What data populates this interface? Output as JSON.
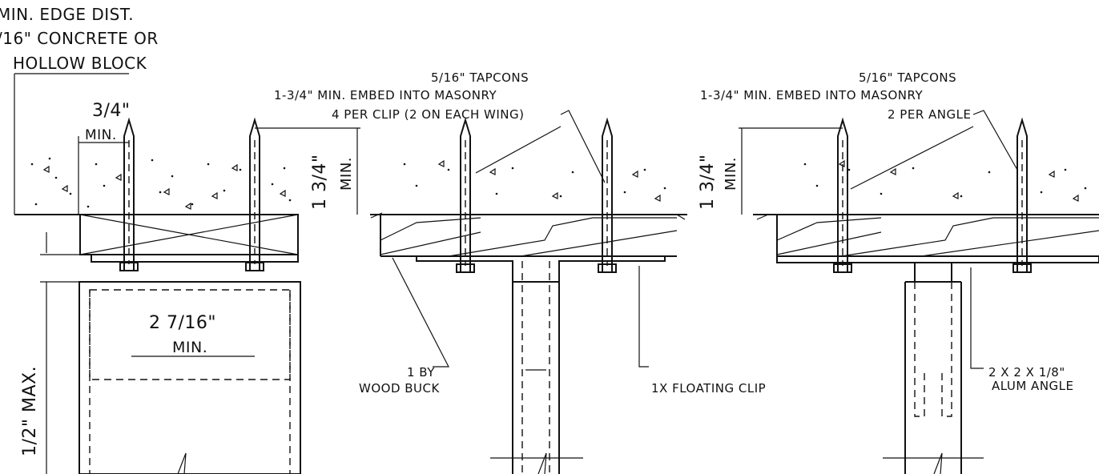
{
  "labels": {
    "edge_dist_line1": "MIN. EDGE DIST.",
    "edge_dist_line2": "/16\" CONCRETE OR",
    "edge_dist_line3": "HOLLOW BLOCK",
    "three_quarter": "3/4\"",
    "three_quarter_min": "MIN.",
    "spacing": "2 7/16\"",
    "spacing_min": "MIN.",
    "half_max": "1/2\" MAX.",
    "embed_left": "1 3/4\"",
    "embed_left_min": "MIN.",
    "embed_right": "1 3/4\"",
    "embed_right_min": "MIN.",
    "tapcons_mid_1": "5/16\" TAPCONS",
    "tapcons_mid_2": "1-3/4\" MIN. EMBED INTO MASONRY",
    "tapcons_mid_3": "4 PER CLIP (2 ON EACH WING)",
    "tapcons_right_1": "5/16\" TAPCONS",
    "tapcons_right_2": "1-3/4\" MIN. EMBED INTO MASONRY",
    "tapcons_right_3": "2 PER ANGLE",
    "wood_buck_1": "1 BY",
    "wood_buck_2": "WOOD BUCK",
    "floating_clip": "1X FLOATING CLIP",
    "angle_1": "2 X 2 X 1/8\"",
    "angle_2": "ALUM ANGLE"
  }
}
